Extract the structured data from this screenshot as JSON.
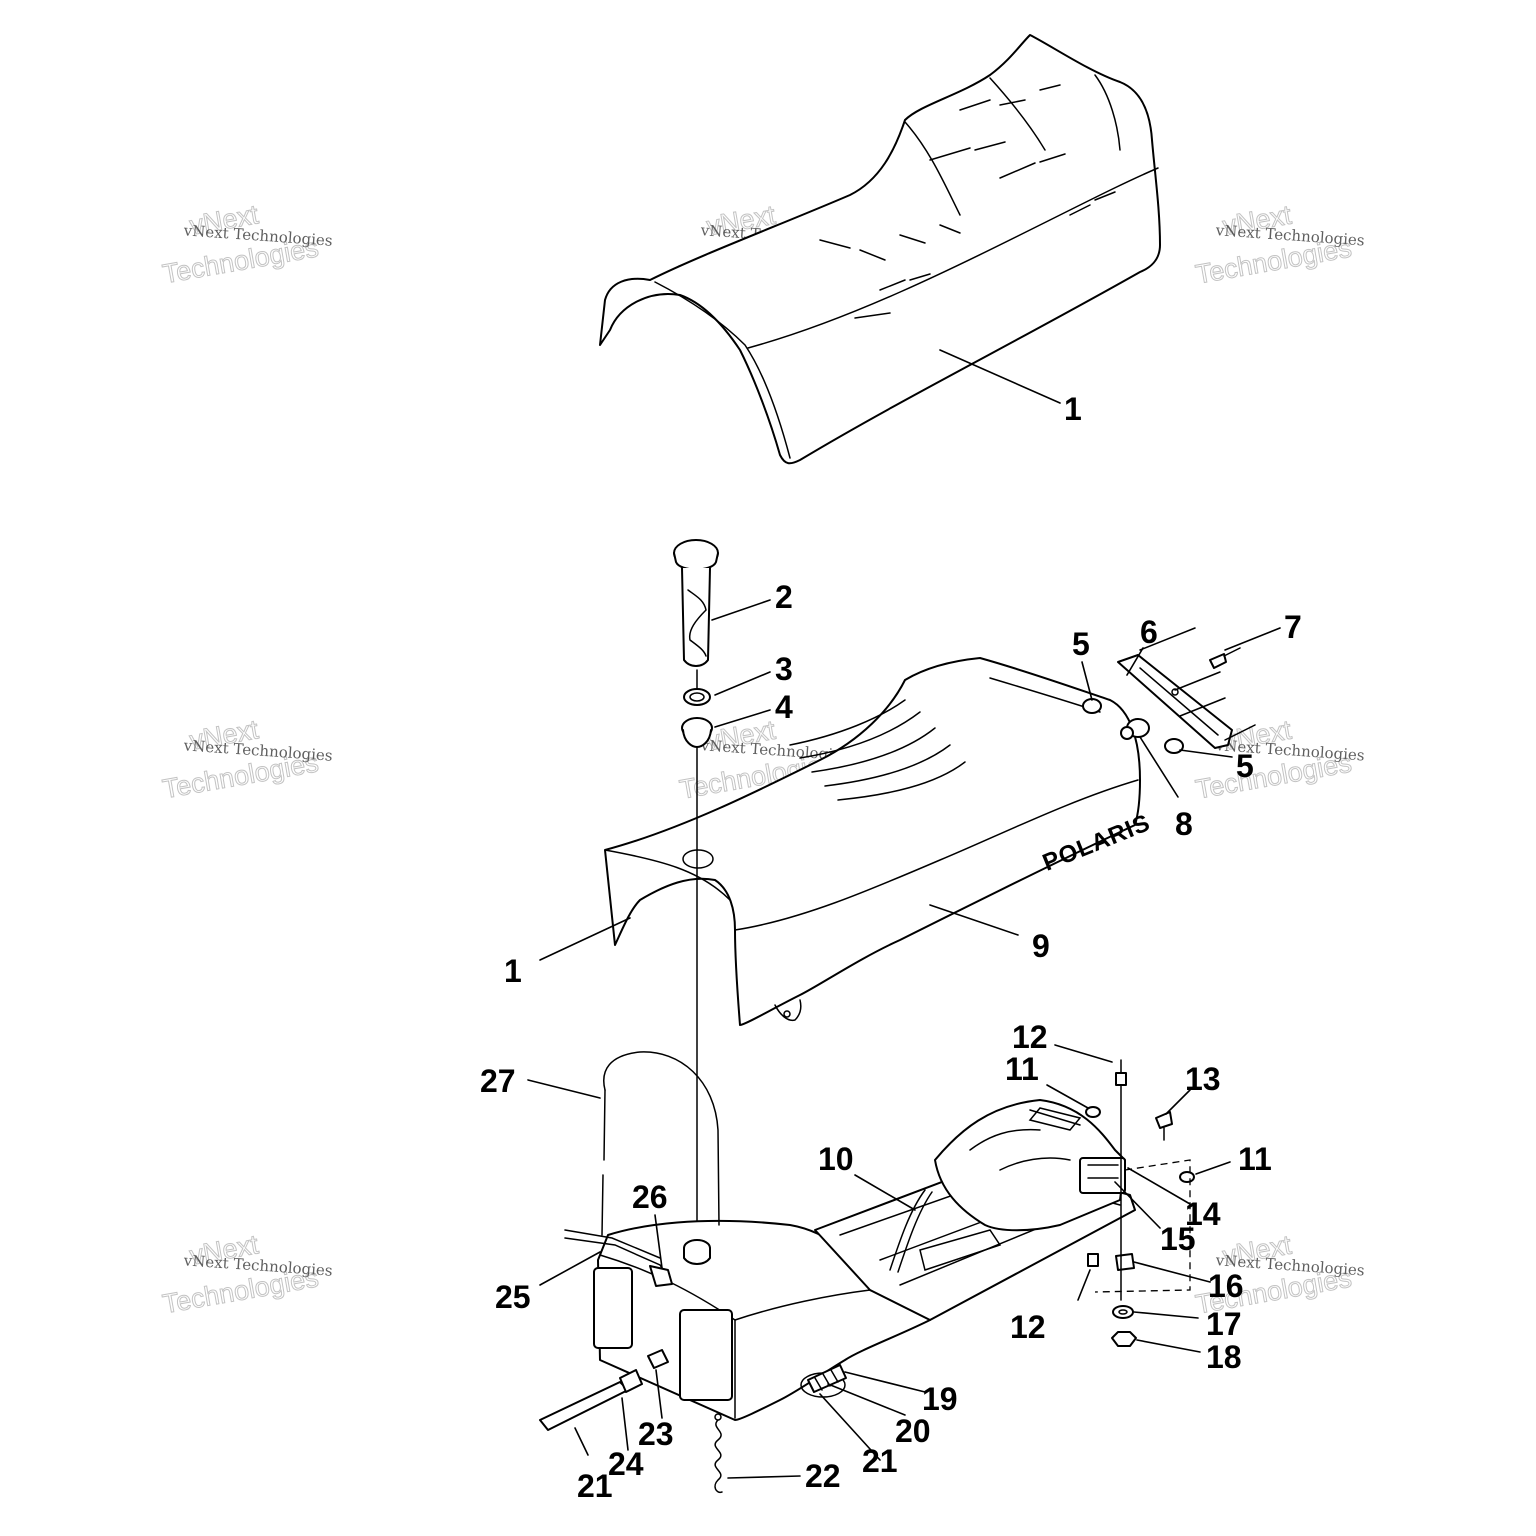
{
  "brand_label": "POLARIS",
  "watermark": {
    "line1": "vNext",
    "line2": "Technologies",
    "small": "vNext Technologies"
  },
  "callouts": {
    "c1_top": "1",
    "c2": "2",
    "c3": "3",
    "c4": "4",
    "c5_top": "5",
    "c5_bottom": "5",
    "c6": "6",
    "c7": "7",
    "c8": "8",
    "c9": "9",
    "c1_mid": "1",
    "c10": "10",
    "c11_left": "11",
    "c11_right": "11",
    "c12_top": "12",
    "c12_bottom": "12",
    "c13": "13",
    "c14": "14",
    "c15": "15",
    "c16": "16",
    "c17": "17",
    "c18": "18",
    "c19": "19",
    "c20": "20",
    "c21_right": "21",
    "c21_left": "21",
    "c22": "22",
    "c23": "23",
    "c24": "24",
    "c25": "25",
    "c26": "26",
    "c27": "27"
  }
}
